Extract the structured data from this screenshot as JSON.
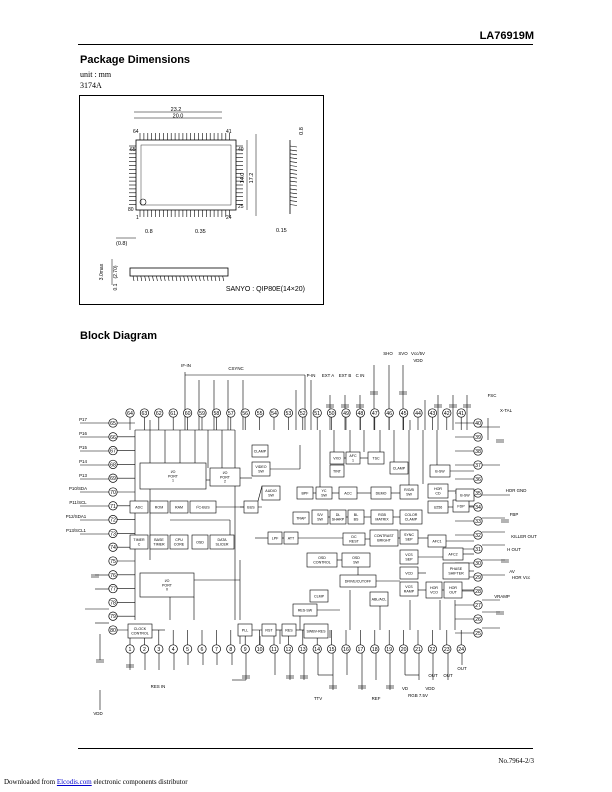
{
  "header": {
    "part_number": "LA76919M"
  },
  "package": {
    "title": "Package Dimensions",
    "unit": "unit : mm",
    "code": "3174A",
    "caption": "SANYO : QIP80E(14×20)",
    "dims": {
      "overall_width": "23.2",
      "body_width": "20.0",
      "pin_64": "64",
      "pin_41": "41",
      "pin_40": "40",
      "pin_65": "65",
      "pin_80": "80",
      "pin_1": "1",
      "pin_24": "24",
      "pin_25": "25",
      "body_height": "14.0",
      "overall_height": "17.2",
      "pitch": "0.8",
      "lead_width": "0.35",
      "edge_left": "(0.8)",
      "lead_thick": "0.15",
      "side_08": "0.8",
      "max_height": "3.0max",
      "standoff": "(2.70)",
      "min_01": "0.1"
    }
  },
  "block": {
    "title": "Block Diagram",
    "top_pins": [
      "64",
      "63",
      "62",
      "61",
      "60",
      "59",
      "58",
      "57",
      "56",
      "55",
      "54",
      "53",
      "52",
      "51",
      "50",
      "49",
      "48",
      "47",
      "46",
      "45",
      "44",
      "43",
      "42",
      "41"
    ],
    "left_pins": [
      "65",
      "66",
      "67",
      "68",
      "69",
      "70",
      "71",
      "72",
      "73",
      "74",
      "75",
      "76",
      "77",
      "78",
      "79",
      "80"
    ],
    "right_pins": [
      "40",
      "39",
      "38",
      "37",
      "36",
      "35",
      "34",
      "33",
      "32",
      "31",
      "30",
      "29",
      "28",
      "27",
      "26",
      "25"
    ],
    "bottom_pins": [
      "1",
      "2",
      "3",
      "4",
      "5",
      "6",
      "7",
      "8",
      "9",
      "10",
      "11",
      "12",
      "13",
      "14",
      "15",
      "16",
      "17",
      "18",
      "19",
      "20",
      "21",
      "22",
      "23",
      "24"
    ],
    "boxes": [
      {
        "k": "ioport1",
        "label": "I/O PORT 1"
      },
      {
        "k": "ioport2",
        "label": "I/O PORT 2"
      },
      {
        "k": "adc",
        "label": "ADC"
      },
      {
        "k": "rom",
        "label": "ROM"
      },
      {
        "k": "ram",
        "label": "RAM"
      },
      {
        "k": "ic",
        "label": "I²C-BUS"
      },
      {
        "k": "bus",
        "label": "BUS"
      },
      {
        "k": "timer",
        "label": "TIMER C"
      },
      {
        "k": "base",
        "label": "BASE TIMER"
      },
      {
        "k": "cpu",
        "label": "CPU CORE"
      },
      {
        "k": "osd",
        "label": "OSD"
      },
      {
        "k": "data",
        "label": "DATA SLICER"
      },
      {
        "k": "port0",
        "label": "I/O PORT 0"
      },
      {
        "k": "clock",
        "label": "CLOCK CONTROL"
      },
      {
        "k": "pll",
        "label": "PLL"
      },
      {
        "k": "clamp1",
        "label": "CLAMP"
      },
      {
        "k": "videosw",
        "label": "VIDEO SW"
      },
      {
        "k": "audiosw",
        "label": "AUDIO SW"
      },
      {
        "k": "trap",
        "label": "TRAP"
      },
      {
        "k": "lpf",
        "label": "LPF"
      },
      {
        "k": "att",
        "label": "ATT"
      },
      {
        "k": "bpf",
        "label": "BPF"
      },
      {
        "k": "ycsw",
        "label": "YC SW"
      },
      {
        "k": "acc",
        "label": "ACC"
      },
      {
        "k": "demo",
        "label": "DEMO"
      },
      {
        "k": "rgbsw",
        "label": "R/G/B SW"
      },
      {
        "k": "vco",
        "label": "VXO"
      },
      {
        "k": "afc1",
        "label": "AFC 1"
      },
      {
        "k": "tsc",
        "label": "TSC"
      },
      {
        "k": "tint",
        "label": "TINT"
      },
      {
        "k": "clamp2",
        "label": "CLAMP"
      },
      {
        "k": "svsw",
        "label": "S/V SW"
      },
      {
        "k": "dlsharp",
        "label": "DL SHARP"
      },
      {
        "k": "blbs",
        "label": "BL BS"
      },
      {
        "k": "rgbmatrix",
        "label": "RGB MATRIX"
      },
      {
        "k": "colorclamp",
        "label": "COLOR CLAMP"
      },
      {
        "k": "dcrest",
        "label": "DC REST"
      },
      {
        "k": "contrast",
        "label": "CONTRAST BRIGHT"
      },
      {
        "k": "syncsep",
        "label": "SYNC SEP"
      },
      {
        "k": "osdcontrol",
        "label": "OSD CONTROL"
      },
      {
        "k": "osdsw",
        "label": "OSD SW"
      },
      {
        "k": "drive",
        "label": "DRIVE/CUTOFF"
      },
      {
        "k": "abl",
        "label": "ABL/ACL"
      },
      {
        "k": "vsep",
        "label": "VCS SEP"
      },
      {
        "k": "vcd",
        "label": "VCD"
      },
      {
        "k": "vrash",
        "label": "VCS RAMP"
      },
      {
        "k": "horvco",
        "label": "HOR VCO"
      },
      {
        "k": "horout",
        "label": "HOR OUT"
      },
      {
        "k": "phase",
        "label": "PHASE SHIFTER"
      },
      {
        "k": "afc2",
        "label": "AFC2"
      },
      {
        "k": "afc1b",
        "label": "AFC1"
      },
      {
        "k": "u256",
        "label": "U256"
      },
      {
        "k": "horcd",
        "label": "HOR CD"
      },
      {
        "k": "fdp",
        "label": "FDP"
      },
      {
        "k": "bsw",
        "label": "B-SW"
      },
      {
        "k": "bsw2",
        "label": "B-SW"
      },
      {
        "k": "resw",
        "label": "RES-SW"
      },
      {
        "k": "resbox",
        "label": "RES"
      },
      {
        "k": "rst",
        "label": "RST"
      },
      {
        "k": "dist",
        "label": "SWBV-RES"
      },
      {
        "k": "clamp3",
        "label": "CLMP"
      }
    ],
    "labels": {
      "ifin": "IF-IN",
      "csync": "CSYNC",
      "pipin": "P-IN",
      "extacl": "EXT A",
      "extb": "EXT B",
      "cin": "C IN",
      "sho": "SHO",
      "svo": "SVO",
      "vcc5v": "Vcc/5V",
      "vdd": "VDD",
      "fsc": "FSC",
      "xtal": "X-TAL",
      "p17": "P17",
      "p16": "P16",
      "p15": "P15",
      "p14": "P14",
      "p13": "P13",
      "p10sda": "P10/SDA",
      "p11scl": "P11/SCL",
      "p12": "P12/SDA1",
      "p13scl1": "P13/SCL1",
      "horgnd": "HOR GND",
      "fbp": "FBP",
      "killerout": "KILLER OUT",
      "hout": "H OUT",
      "av": "AV",
      "horvcc": "HOR Vcc",
      "vramp": "VRAMP",
      "vdd_bot": "VDD",
      "rst_bot": "RES IN",
      "rgbgnd": "RGB 7.5V",
      "out1": "OUT",
      "out2": "OUT",
      "out3": "OUT",
      "ttv": "TTV",
      "ref": "REF",
      "vd": "VD",
      "vdd2": "VDD"
    }
  },
  "footer": {
    "page_no": "No.7964-2/3",
    "downloaded_prefix": "Downloaded from ",
    "site": "Elcodis.com",
    "downloaded_suffix": " electronic components distributor"
  }
}
